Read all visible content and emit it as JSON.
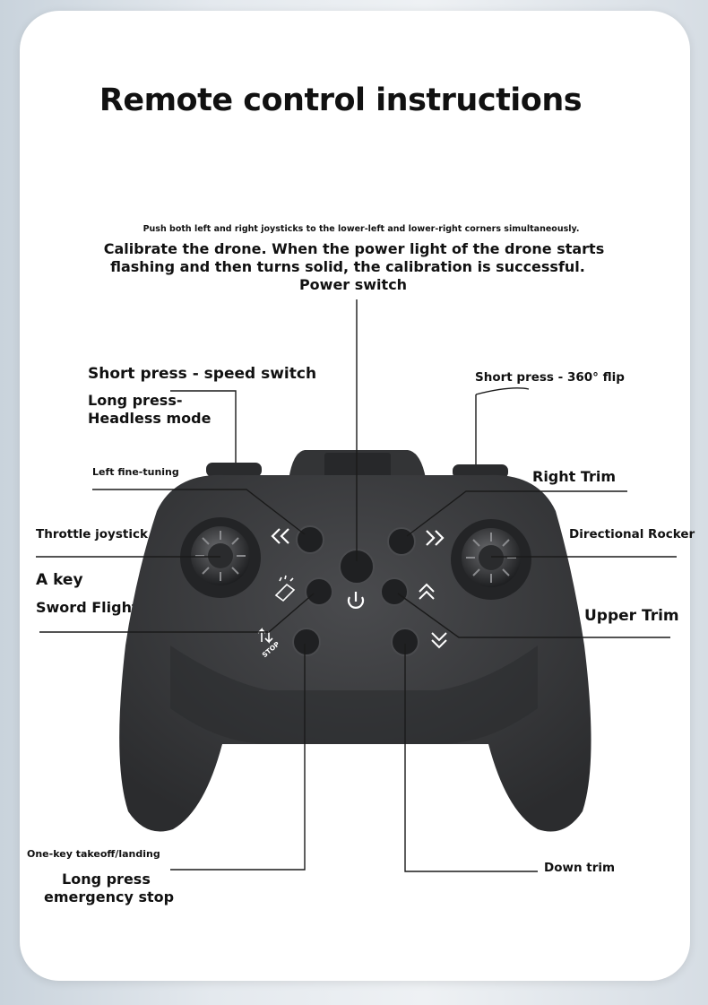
{
  "title": "Remote control instructions",
  "calibration": {
    "instruction": "Push both left and right joysticks to the lower-left and lower-right corners simultaneously.",
    "line1": "Calibrate the drone. When the power light of the drone starts",
    "line2": "flashing and then turns solid, the calibration is successful."
  },
  "labels": {
    "power_switch": "Power switch",
    "speed_switch": "Short press - speed switch",
    "long_press": "Long press-",
    "headless_mode": "Headless mode",
    "flip": "Short press - 360°  flip",
    "left_fine_tuning": "Left fine-tuning",
    "right_trim": "Right Trim",
    "throttle_joystick": "Throttle joystick",
    "directional_rocker": "Directional Rocker",
    "a_key": "A key",
    "sword_flight": "Sword Flight",
    "upper_trim": "Upper Trim",
    "one_key_takeoff": "One-key takeoff/landing",
    "long_press_2": "Long press",
    "emergency_stop": "emergency stop",
    "down_trim": "Down trim"
  },
  "controller": {
    "stop_label": "STOP",
    "colors": {
      "body": "#3a3b3d",
      "body_dark": "#2a2b2d",
      "button": "#1f2022"
    }
  }
}
